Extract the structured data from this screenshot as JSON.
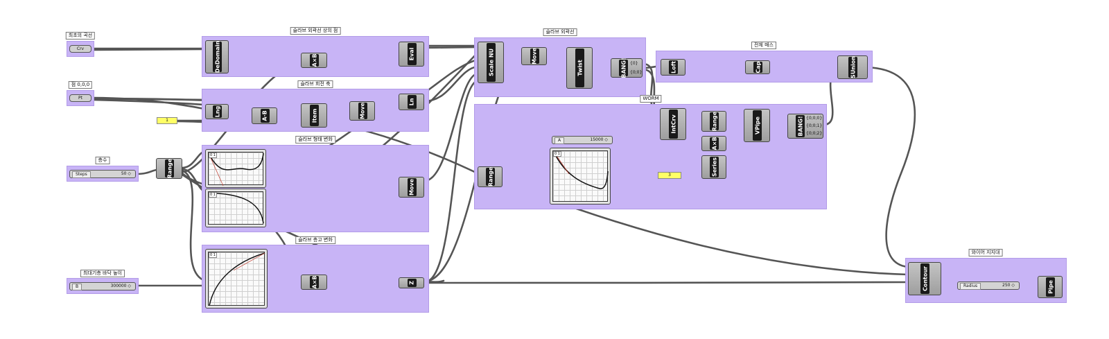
{
  "groups": {
    "slab_outer_profile": "슬라브 외곽선 상의 점",
    "slab_rotation_axis": "슬라브 회전 축",
    "slab_shape_change": "슬라브 형태 변화",
    "slab_height_change": "슬라브 층고 변화",
    "slab_outline": "슬라브 외곽선",
    "full_mass": "전체 매스",
    "worm": "WORM",
    "wire_support": "와이어 지지대"
  },
  "params": {
    "curve_label": "최초의 곡선",
    "curve_value": "Crv",
    "point_label": "점 0,0,0",
    "point_value": "Pt",
    "floors_label": "층수",
    "max_height_label": "최대기층 바닥 높이"
  },
  "sliders": {
    "steps": {
      "name": "Steps",
      "value": "50 ◇"
    },
    "height": {
      "name": "B",
      "value": "300000 ◇"
    },
    "worm_a": {
      "name": "A",
      "value": "15000 ◇"
    },
    "radius": {
      "name": "Radius",
      "value": "250 ◇"
    }
  },
  "panels": {
    "one": "1",
    "three": "3"
  },
  "components": {
    "dedomain": "DeDomain",
    "eval": "Eval",
    "mult_ab_1": "A×B",
    "length": "Lng",
    "ab_plain": "A·B",
    "item": "Item",
    "move_1": "Move",
    "line": "Ln",
    "range_1": "Range",
    "move_2": "Move",
    "mult_ab_2": "A×B",
    "z_vec": "Z",
    "scale_nu": "Scale NU",
    "move_3": "Move",
    "twist": "Twist",
    "bang_1": "BANG!",
    "loft": "Loft",
    "cap": "Cap",
    "sunion": "SUnion",
    "range_2": "Range",
    "intcrv": "IntCrv",
    "range_3": "Range",
    "mult_ab_3": "A×B",
    "series": "Series",
    "vpipe": "VPipe",
    "bang_2": "BANG!",
    "contour": "Contour",
    "pipe": "Pipe"
  },
  "bang_outputs": {
    "bang1": [
      "{0}",
      "{0;0}"
    ],
    "bang2": [
      "{0;0;0}",
      "{0;0;1}",
      "{0;0;2}"
    ]
  },
  "graph_labels": {
    "range_tag": "0 1",
    "range_tag2": "0 1"
  }
}
